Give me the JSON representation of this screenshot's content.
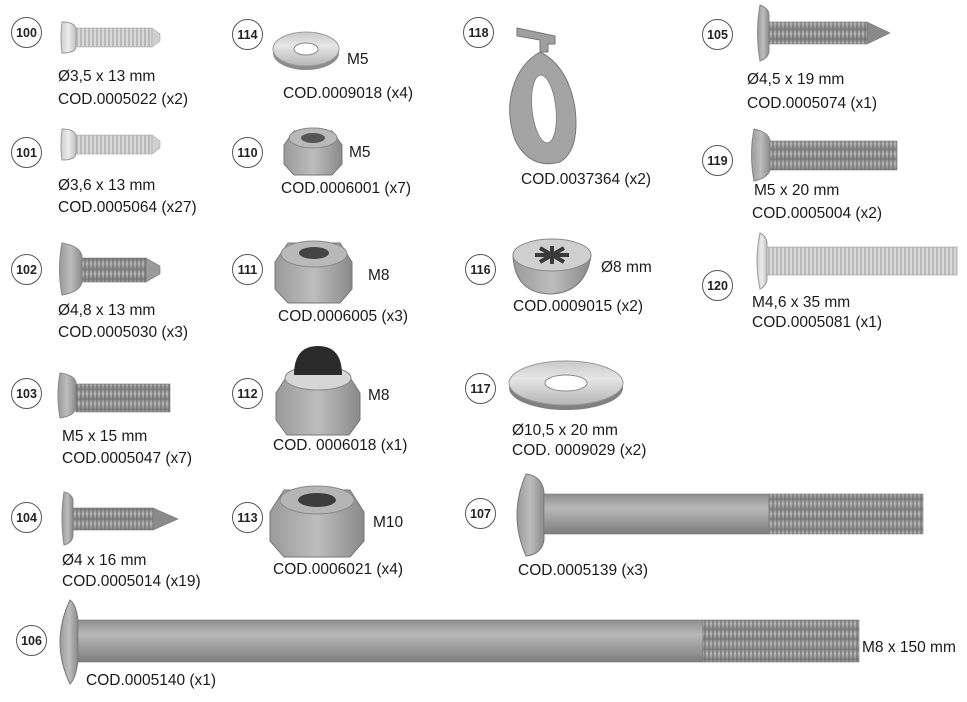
{
  "parts": [
    {
      "num": "100",
      "lines": [
        "Ø3,5 x 13 mm",
        "COD.0005022 (x2)"
      ]
    },
    {
      "num": "101",
      "lines": [
        "Ø3,6 x 13 mm",
        "COD.0005064 (x27)"
      ]
    },
    {
      "num": "102",
      "lines": [
        "Ø4,8 x 13 mm",
        "COD.0005030 (x3)"
      ]
    },
    {
      "num": "103",
      "lines": [
        "M5 x 15 mm",
        "COD.0005047 (x7)"
      ]
    },
    {
      "num": "104",
      "lines": [
        "Ø4 x 16 mm",
        "COD.0005014 (x19)"
      ]
    },
    {
      "num": "114",
      "size": "M5",
      "lines": [
        "COD.0009018 (x4)"
      ]
    },
    {
      "num": "110",
      "size": "M5",
      "lines": [
        "COD.0006001 (x7)"
      ]
    },
    {
      "num": "111",
      "size": "M8",
      "lines": [
        "COD.0006005 (x3)"
      ]
    },
    {
      "num": "112",
      "size": "M8",
      "lines": [
        "COD. 0006018 (x1)"
      ]
    },
    {
      "num": "113",
      "size": "M10",
      "lines": [
        "COD.0006021 (x4)"
      ]
    },
    {
      "num": "118",
      "lines": [
        "COD.0037364 (x2)"
      ]
    },
    {
      "num": "116",
      "size": "Ø8 mm",
      "lines": [
        "COD.0009015 (x2)"
      ]
    },
    {
      "num": "117",
      "lines": [
        "Ø10,5 x 20 mm",
        "COD. 0009029 (x2)"
      ]
    },
    {
      "num": "107",
      "lines": [
        "COD.0005139 (x3)"
      ]
    },
    {
      "num": "105",
      "lines": [
        "Ø4,5 x 19 mm",
        "COD.0005074 (x1)"
      ]
    },
    {
      "num": "119",
      "lines": [
        "M5 x 20 mm",
        "COD.0005004 (x2)"
      ]
    },
    {
      "num": "120",
      "lines": [
        "M4,6 x 35 mm",
        "COD.0005081 (x1)"
      ]
    },
    {
      "num": "106",
      "size": "M8 x 150 mm",
      "lines": [
        "COD.0005140 (x1)"
      ]
    }
  ],
  "colors": {
    "metal": "#a9a9a9",
    "metal_dark": "#7a7a7a",
    "metal_light": "#cfcfcf",
    "cap": "#2a2a2a"
  }
}
